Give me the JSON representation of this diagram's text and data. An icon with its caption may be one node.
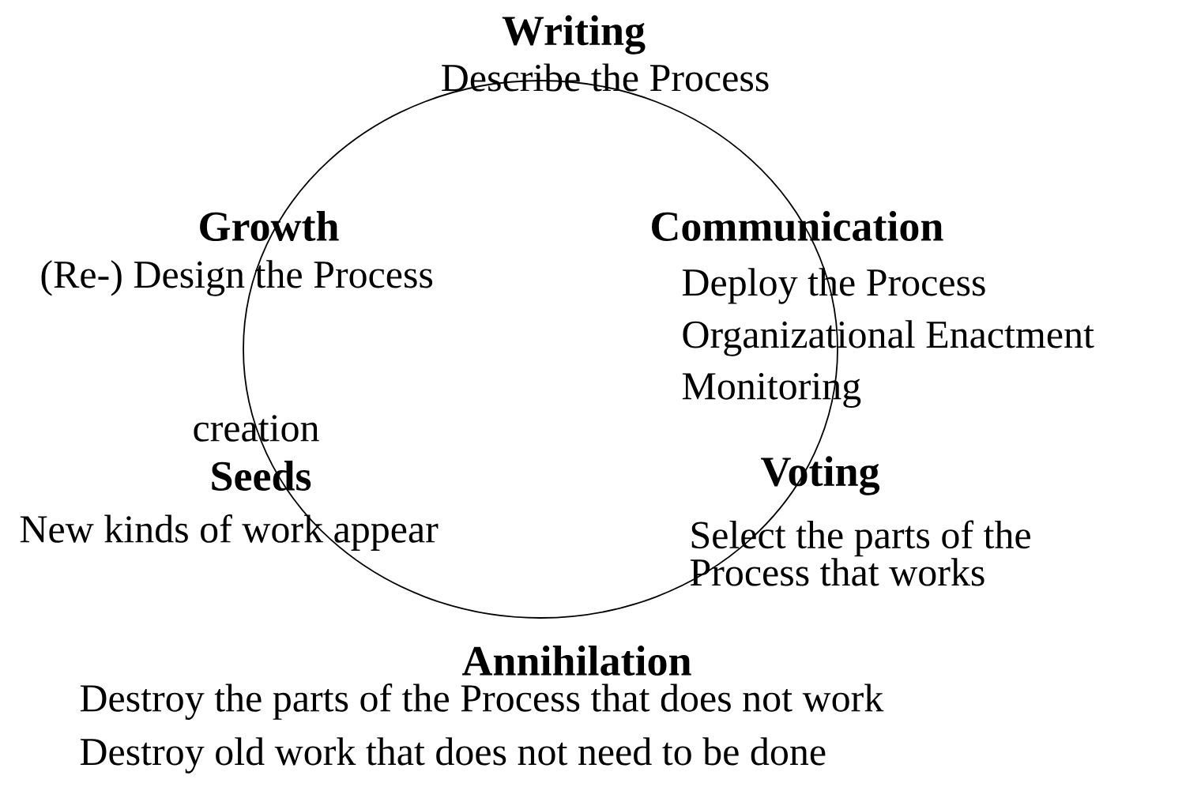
{
  "diagram": {
    "nodes": [
      {
        "text": [],
        "shape": "circle"
      }
    ],
    "labels": [
      "Writing",
      "Describe the Process",
      "Growth",
      "(Re-) Design the Process",
      "Communication",
      "Deploy the Process",
      "Organizational Enactment",
      "Monitoring",
      "creation",
      "Seeds",
      "New kinds of work appear",
      "Voting",
      "Select the parts of the Process that works",
      "Annihilation",
      "Destroy the parts of the Process that does not work",
      "Destroy old work that does not need to be done"
    ]
  }
}
